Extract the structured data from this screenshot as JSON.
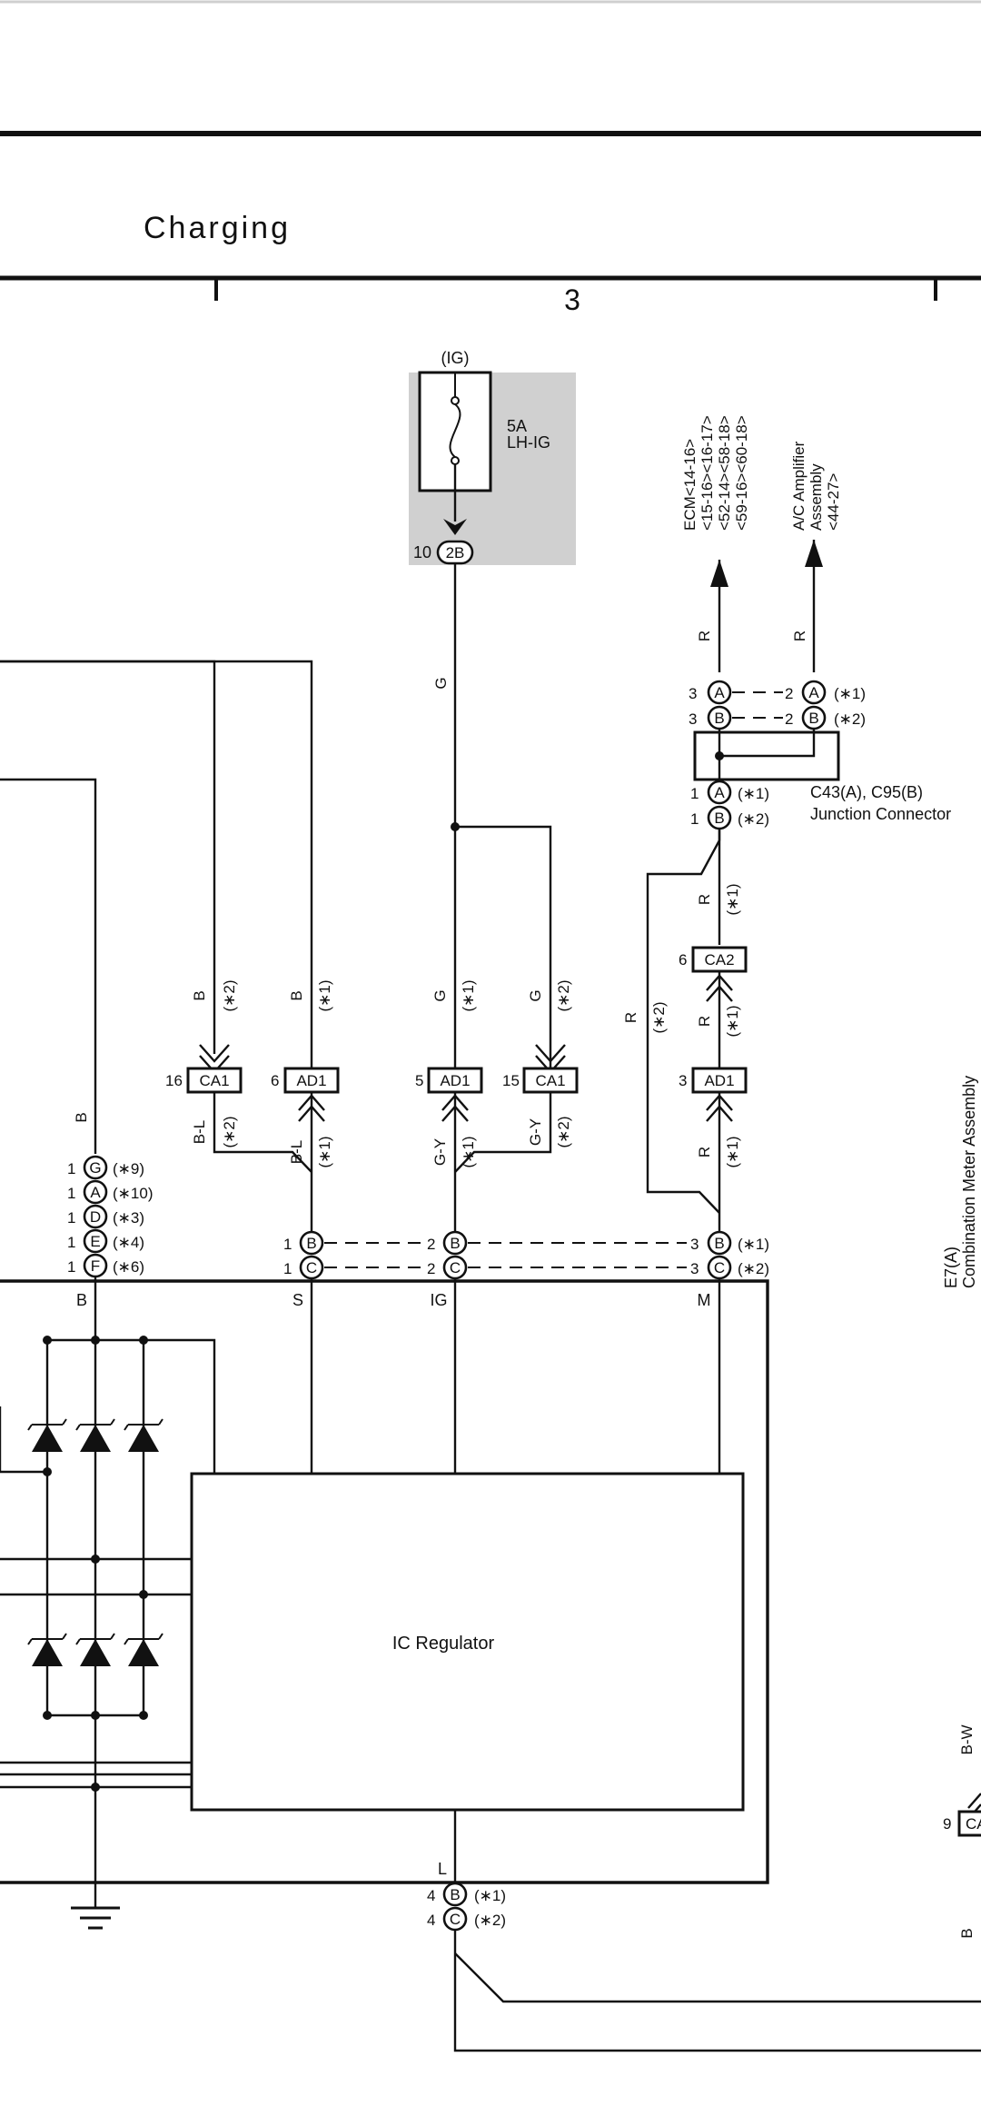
{
  "header": {
    "title": "Charging",
    "column_number": "3"
  },
  "fuse": {
    "source": "(IG)",
    "rating": "5A",
    "name": "LH-IG",
    "pin": "10",
    "connector": "2B"
  },
  "targets": {
    "ecm": [
      "ECM<14-16>",
      "<15-16><16-17>",
      "<52-14><58-18>",
      "<59-16><60-18>"
    ],
    "ac": [
      "A/C Amplifier",
      "Assembly",
      "<44-27>"
    ]
  },
  "junction": {
    "label": "C43(A), C95(B)",
    "desc": "Junction Connector",
    "top_a_left": "3",
    "top_a_right": "2",
    "top_a_conn": "A",
    "top_a_note": "(∗1)",
    "top_b_left": "3",
    "top_b_right": "2",
    "top_b_conn": "B",
    "top_b_note": "(∗2)",
    "bot_a_pin": "1",
    "bot_a_conn": "A",
    "bot_a_note": "(∗1)",
    "bot_b_pin": "1",
    "bot_b_conn": "B",
    "bot_b_note": "(∗2)"
  },
  "inline_connectors": [
    {
      "pin": "16",
      "name": "CA1"
    },
    {
      "pin": "6",
      "name": "AD1"
    },
    {
      "pin": "5",
      "name": "AD1"
    },
    {
      "pin": "15",
      "name": "CA1"
    },
    {
      "pin": "3",
      "name": "AD1"
    },
    {
      "pin": "6",
      "name": "CA2"
    }
  ],
  "wire_colors": {
    "b": "B",
    "g": "G",
    "r": "R",
    "bl": "B-L",
    "gy": "G-Y",
    "bw": "B-W"
  },
  "notes": {
    "n1": "(∗1)",
    "n2": "(∗2)",
    "n3": "(∗3)",
    "n4": "(∗4)",
    "n6": "(∗6)",
    "n9": "(∗9)",
    "n10": "(∗10)"
  },
  "b_terminal": {
    "pins": [
      "1",
      "1",
      "1",
      "1",
      "1"
    ],
    "conns": [
      "G",
      "A",
      "D",
      "E",
      "F"
    ],
    "notes": [
      "(∗9)",
      "(∗10)",
      "(∗3)",
      "(∗4)",
      "(∗6)"
    ]
  },
  "terminals": {
    "b": "B",
    "s": "S",
    "ig": "IG",
    "m": "M",
    "l": "L"
  },
  "gen_pins": {
    "s_b": "1",
    "s_c": "1",
    "ig_b": "2",
    "ig_c": "2",
    "m_b": "3",
    "m_c": "3",
    "conn_b": "B",
    "conn_c": "C",
    "l_b": "4",
    "l_c": "4"
  },
  "regulator": {
    "label": "IC Regulator"
  },
  "meter": {
    "code": "E7(A)",
    "name": "Combination Meter Assembly"
  },
  "partial": {
    "pin": "9",
    "conn": "CA"
  },
  "colors": {
    "ink": "#111111",
    "fuse_shade": "#d0d0d0",
    "background": "#ffffff"
  }
}
